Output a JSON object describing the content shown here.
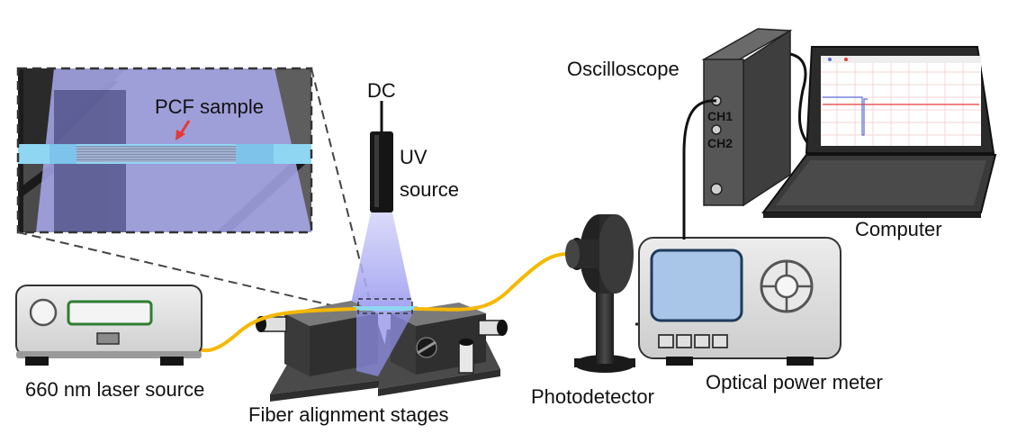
{
  "labels": {
    "dc": "DC",
    "uv_line1": "UV",
    "uv_line2": "source",
    "pcf_sample": "PCF sample",
    "oscilloscope": "Oscilloscope",
    "ch1": "CH1",
    "ch2": "CH2",
    "computer": "Computer",
    "laser_source": "660 nm laser source",
    "alignment_stages": "Fiber alignment stages",
    "photodetector": "Photodetector",
    "power_meter": "Optical power meter"
  },
  "colors": {
    "fiber": "#f5b800",
    "uv_light": "#b9b9f5",
    "fiber_core": "#8fd6f2",
    "device_gray": "#5a5a5a",
    "device_dark": "#2f2f2f",
    "laser_display": "#2e7d32",
    "meter_screen": "#a9c6e8",
    "meter_screen_border": "#1f3a5a",
    "trace_red": "#e53935",
    "trace_blue": "#5b6bd6",
    "arrow_red": "#e53935"
  }
}
